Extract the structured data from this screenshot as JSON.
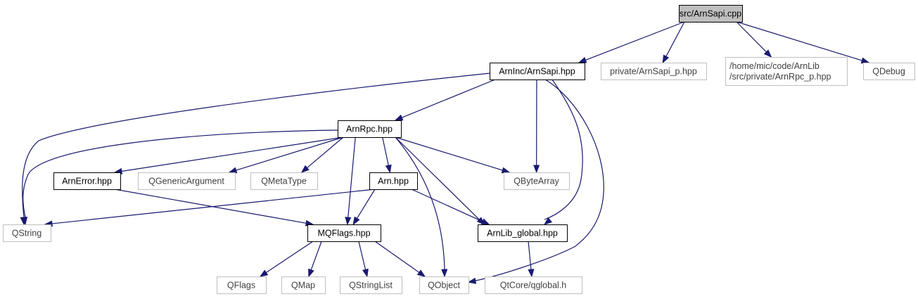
{
  "colors": {
    "edge": "#191970",
    "root_fill": "#bfbfbf",
    "external_border": "#bfbfbf",
    "normal_border": "#000000"
  },
  "nodes": [
    {
      "id": "root",
      "kind": "root",
      "lines": [
        "src/ArnSapi.cpp"
      ]
    },
    {
      "id": "arnsapi_hpp",
      "kind": "normal",
      "lines": [
        "ArnInc/ArnSapi.hpp"
      ]
    },
    {
      "id": "arnsapi_p",
      "kind": "external",
      "lines": [
        "private/ArnSapi_p.hpp"
      ]
    },
    {
      "id": "arnrpc_p",
      "kind": "external",
      "lines": [
        "/home/mic/code/ArnLib",
        "/src/private/ArnRpc_p.hpp"
      ]
    },
    {
      "id": "qdebug",
      "kind": "external",
      "lines": [
        "QDebug"
      ]
    },
    {
      "id": "arnrpc",
      "kind": "normal",
      "lines": [
        "ArnRpc.hpp"
      ]
    },
    {
      "id": "arnerror",
      "kind": "normal",
      "lines": [
        "ArnError.hpp"
      ]
    },
    {
      "id": "qgenericargument",
      "kind": "external",
      "lines": [
        "QGenericArgument"
      ]
    },
    {
      "id": "qmetatype",
      "kind": "external",
      "lines": [
        "QMetaType"
      ]
    },
    {
      "id": "arn",
      "kind": "normal",
      "lines": [
        "Arn.hpp"
      ]
    },
    {
      "id": "qbytearray",
      "kind": "external",
      "lines": [
        "QByteArray"
      ]
    },
    {
      "id": "qstring",
      "kind": "external",
      "lines": [
        "QString"
      ]
    },
    {
      "id": "mqflags",
      "kind": "normal",
      "lines": [
        "MQFlags.hpp"
      ]
    },
    {
      "id": "arnlib_global",
      "kind": "normal",
      "lines": [
        "ArnLib_global.hpp"
      ]
    },
    {
      "id": "qflags",
      "kind": "external",
      "lines": [
        "QFlags"
      ]
    },
    {
      "id": "qmap",
      "kind": "external",
      "lines": [
        "QMap"
      ]
    },
    {
      "id": "qstringlist",
      "kind": "external",
      "lines": [
        "QStringList"
      ]
    },
    {
      "id": "qobject",
      "kind": "external",
      "lines": [
        "QObject"
      ]
    },
    {
      "id": "qglobal",
      "kind": "external",
      "lines": [
        "QtCore/qglobal.h"
      ]
    }
  ],
  "edges": [
    {
      "from": "root",
      "to": "arnsapi_hpp"
    },
    {
      "from": "root",
      "to": "arnsapi_p"
    },
    {
      "from": "root",
      "to": "arnrpc_p"
    },
    {
      "from": "root",
      "to": "qdebug"
    },
    {
      "from": "arnsapi_hpp",
      "to": "qstring"
    },
    {
      "from": "arnsapi_hpp",
      "to": "arnrpc"
    },
    {
      "from": "arnsapi_hpp",
      "to": "qbytearray"
    },
    {
      "from": "arnsapi_hpp",
      "to": "arnlib_global"
    },
    {
      "from": "arnsapi_hpp",
      "to": "qobject"
    },
    {
      "from": "arnrpc",
      "to": "qstring"
    },
    {
      "from": "arnrpc",
      "to": "arnerror"
    },
    {
      "from": "arnrpc",
      "to": "qgenericargument"
    },
    {
      "from": "arnrpc",
      "to": "qmetatype"
    },
    {
      "from": "arnrpc",
      "to": "arn"
    },
    {
      "from": "arnrpc",
      "to": "qbytearray"
    },
    {
      "from": "arnrpc",
      "to": "mqflags"
    },
    {
      "from": "arnrpc",
      "to": "arnlib_global"
    },
    {
      "from": "arnrpc",
      "to": "qobject"
    },
    {
      "from": "arnerror",
      "to": "mqflags"
    },
    {
      "from": "arn",
      "to": "qstring"
    },
    {
      "from": "arn",
      "to": "mqflags"
    },
    {
      "from": "arn",
      "to": "arnlib_global"
    },
    {
      "from": "mqflags",
      "to": "qflags"
    },
    {
      "from": "mqflags",
      "to": "qmap"
    },
    {
      "from": "mqflags",
      "to": "qstringlist"
    },
    {
      "from": "mqflags",
      "to": "qobject"
    },
    {
      "from": "arnlib_global",
      "to": "qglobal"
    }
  ]
}
